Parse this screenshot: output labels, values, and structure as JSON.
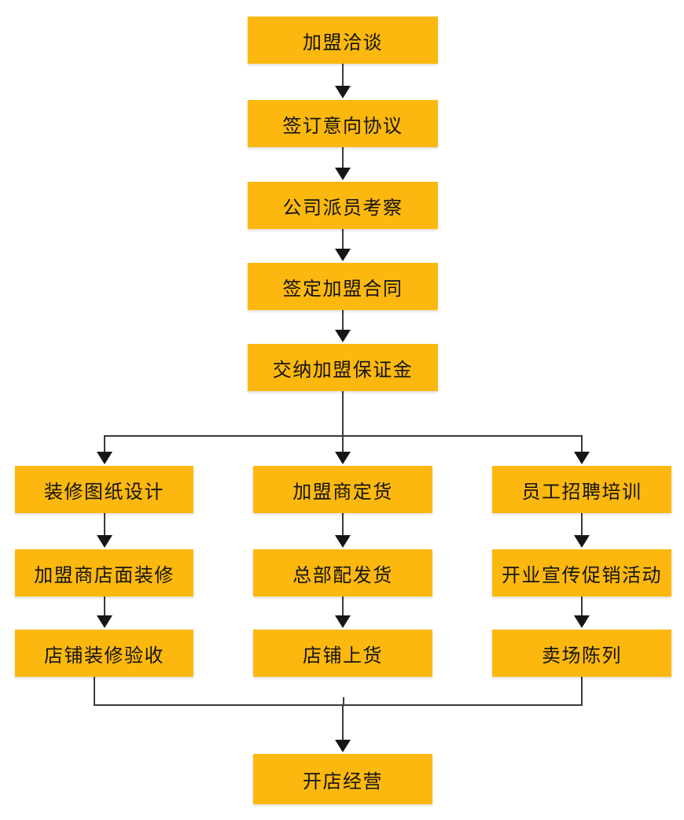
{
  "diagram": {
    "colors": {
      "node_fill": "#FCB80E",
      "node_text": "#141414",
      "line": "#3A3A3A",
      "arrow": "#161616"
    },
    "main_flow": [
      "加盟洽谈",
      "签订意向协议",
      "公司派员考察",
      "签定加盟合同",
      "交纳加盟保证金"
    ],
    "branches": {
      "left": [
        "装修图纸设计",
        "加盟商店面装修",
        "店铺装修验收"
      ],
      "middle": [
        "加盟商定货",
        "总部配发货",
        "店铺上货"
      ],
      "right": [
        "员工招聘培训",
        "开业宣传促销活动",
        "卖场陈列"
      ]
    },
    "final_step": "开店经营"
  }
}
